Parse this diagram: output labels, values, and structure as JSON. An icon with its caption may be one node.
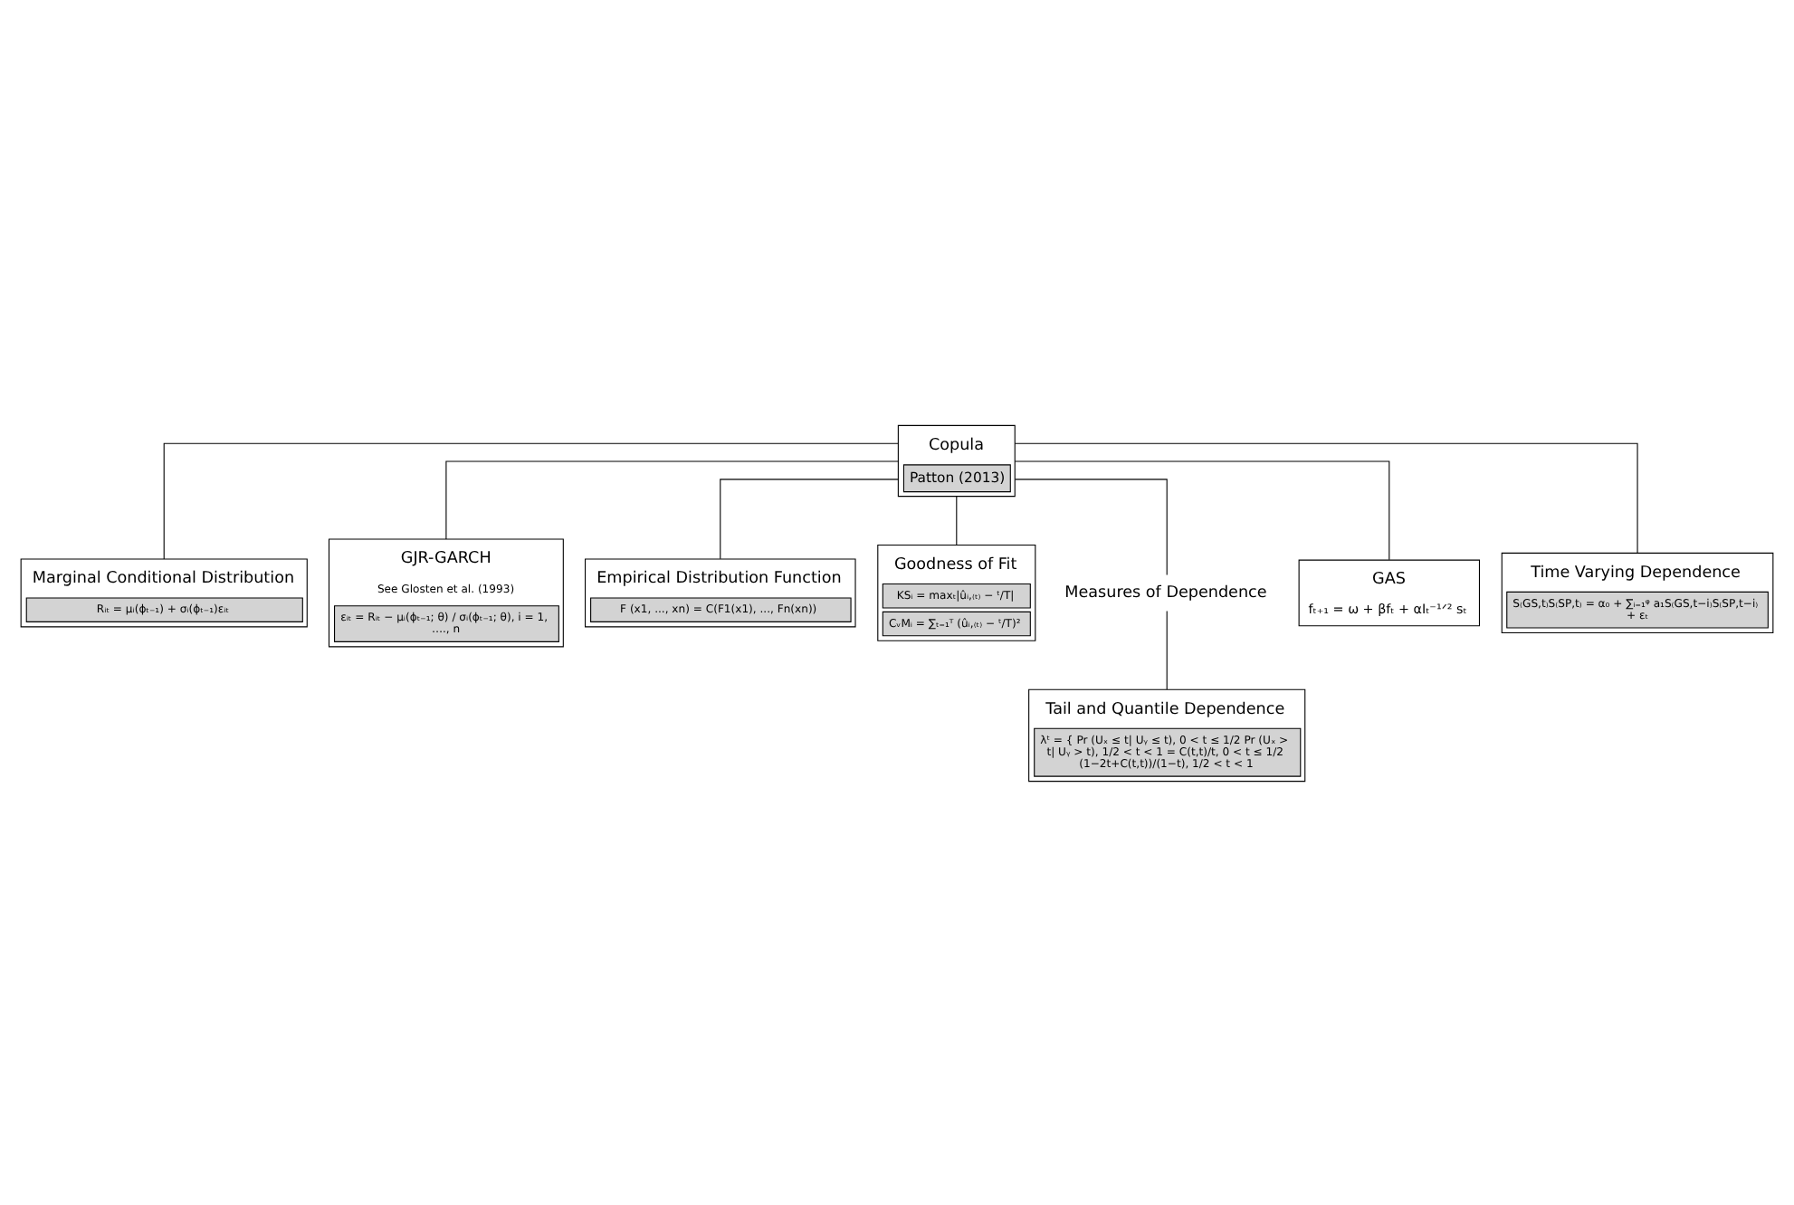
{
  "diagram": {
    "nodes": [
      {
        "text": [
          "Copula",
          "Patton (2013)"
        ]
      },
      {
        "text": [
          "Marginal Conditional Distribution",
          "Rᵢₜ = μᵢ(ϕₜ₋₁) + σᵢ(ϕₜ₋₁)εᵢₜ"
        ]
      },
      {
        "text": [
          "GJR-GARCH",
          "See Glosten et al. (1993)",
          "εᵢₜ = Rᵢₜ − μᵢ(ϕₜ₋₁; θ) / σᵢ(ϕₜ₋₁; θ), i = 1, …., n"
        ]
      },
      {
        "text": [
          "Empirical Distribution Function",
          "F (x1, ..., xn) = C(F1(x1), ..., Fn(xn))"
        ]
      },
      {
        "text": [
          "Goodness of Fit",
          "KSᵢ = maxₜ|ûᵢ,₍ₜ₎ − ᵗ/T|",
          "CᵥMᵢ = ∑ₜ₌₁ᵀ (ûᵢ,₍ₜ₎ − ᵗ/T)²"
        ]
      },
      {
        "text": [
          "Measures of Dependence"
        ]
      },
      {
        "text": [
          "Tail and Quantile Dependence",
          "λᵗ = { Pr (Uₓ ≤ t| Uᵧ ≤ t), 0 < t ≤ 1/2 Pr (Uₓ > t| Uᵧ > t), 1/2 < t < 1 = C(t,t)/t, 0 < t ≤ 1/2 (1−2t+C(t,t))/(1−t), 1/2 < t < 1"
        ]
      },
      {
        "text": [
          "GAS",
          "fₜ₊₁ = ω + βfₜ + αIₜ⁻¹ᐟ² sₜ"
        ]
      },
      {
        "text": [
          "Time Varying Dependence",
          "S₍GS,t₎S₍SP,t₎ = α₀ + ∑ᵢ₌₁ᵠ a₁S₍GS,t−i₎S₍SP,t−i₎ + εₜ"
        ]
      }
    ],
    "edges": [
      {
        "from": 0,
        "to": 1,
        "arrow": "none"
      },
      {
        "from": 0,
        "to": 2,
        "arrow": "none"
      },
      {
        "from": 0,
        "to": 3,
        "arrow": "none"
      },
      {
        "from": 0,
        "to": 4,
        "arrow": "none"
      },
      {
        "from": 0,
        "to": 5,
        "arrow": "none"
      },
      {
        "from": 0,
        "to": 7,
        "arrow": "none"
      },
      {
        "from": 0,
        "to": 8,
        "arrow": "none"
      },
      {
        "from": 5,
        "to": 6,
        "arrow": "none"
      }
    ]
  }
}
